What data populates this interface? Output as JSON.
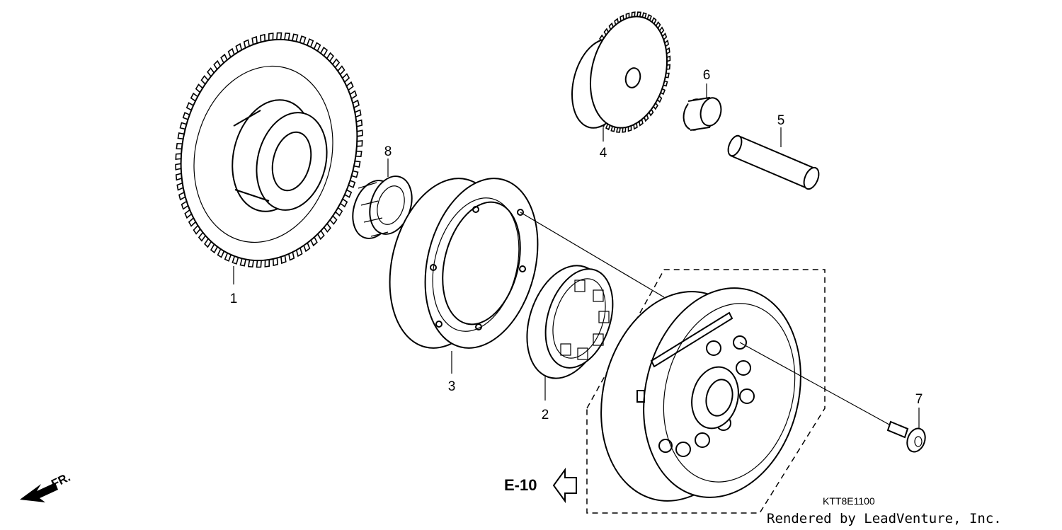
{
  "parts": [
    {
      "number": "1",
      "icon": "starter-driven-gear-icon"
    },
    {
      "number": "2",
      "icon": "one-way-clutch-icon"
    },
    {
      "number": "3",
      "icon": "clutch-outer-icon"
    },
    {
      "number": "4",
      "icon": "reduction-gear-icon"
    },
    {
      "number": "5",
      "icon": "gear-shaft-icon"
    },
    {
      "number": "6",
      "icon": "collar-icon"
    },
    {
      "number": "7",
      "icon": "bolt-icon"
    },
    {
      "number": "8",
      "icon": "needle-bearing-icon"
    }
  ],
  "reference": {
    "label": "E-10",
    "icon": "outline-arrow-left-icon"
  },
  "direction": {
    "label": "FR.",
    "icon": "front-direction-arrow-icon"
  },
  "diagram_code": "KTT8E1100",
  "credit": "Rendered by LeadVenture, Inc."
}
